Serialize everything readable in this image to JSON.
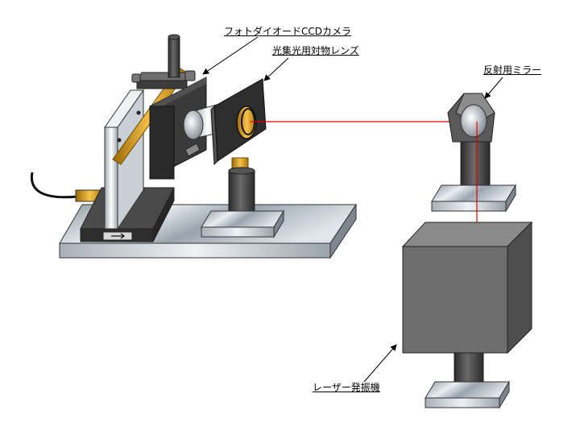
{
  "labels": {
    "camera": "フォトダイオードCCDカメラ",
    "lens": "光集光用対物レンズ",
    "mirror": "反射用ミラー",
    "laser": "レーザー発振機"
  },
  "colors": {
    "laser_beam": "#e00000",
    "brass": "#e3a214",
    "dark_body": "#3a3a3a",
    "steel": "#b8c0c8"
  }
}
